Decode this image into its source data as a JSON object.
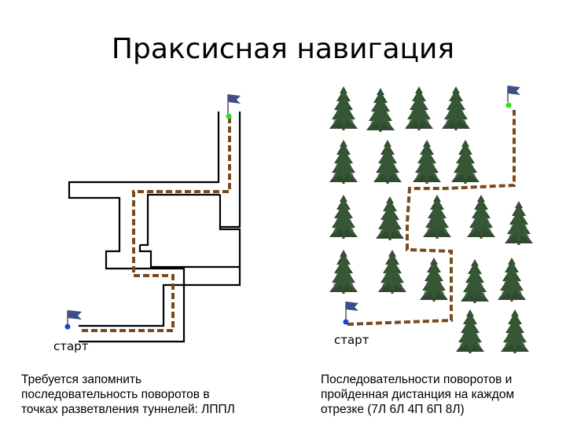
{
  "title": "Праксисная навигация",
  "left_panel": {
    "start_label": "старт",
    "caption": [
      "Требуется запомнить",
      "последовательность поворотов в",
      "точках разветвления туннелей: ЛППЛ"
    ]
  },
  "right_panel": {
    "start_label": "старт",
    "caption": [
      "Последовательности поворотов и",
      "пройденная дистанция на каждом",
      "отрезке (7Л 6Л 4П 6П 8Л)"
    ]
  },
  "colors": {
    "path": "#7a4a1e",
    "flag": "#3f4f86",
    "start_dot": "#1f3fd0",
    "finish_dot": "#33dd22",
    "tree": "#2f4a2f",
    "tunnel_wall": "#000000"
  }
}
